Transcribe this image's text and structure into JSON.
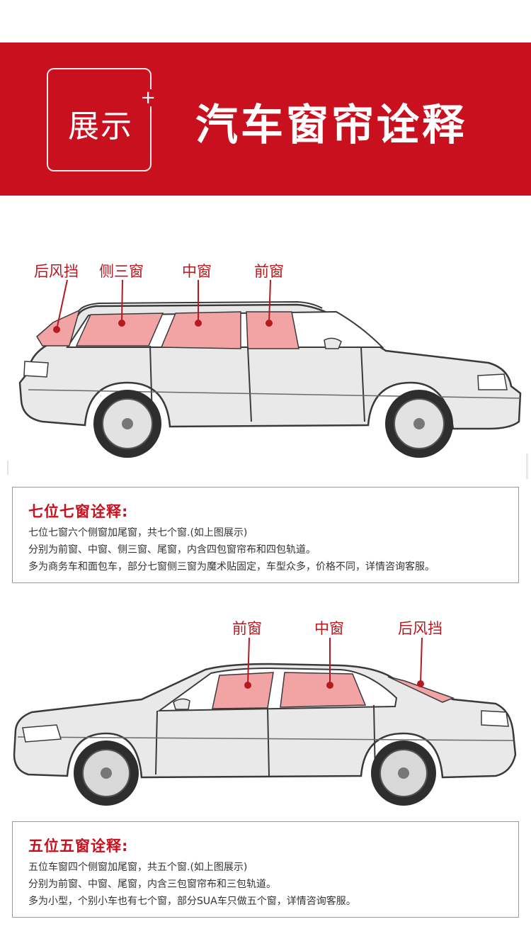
{
  "header": {
    "badge_label": "展示",
    "badge_plus": "+",
    "title": "汽车窗帘诠释"
  },
  "car_seven": {
    "labels": [
      "后风挡",
      "侧三窗",
      "中窗",
      "前窗"
    ]
  },
  "info_seven": {
    "title": "七位七窗诠释:",
    "lines": [
      "七位七窗六个侧窗加尾窗，共七个窗.(如上图展示)",
      "分别为前窗、中窗、侧三窗、尾窗，内含四包窗帘布和四包轨道。",
      "多为商务车和面包车，部分七窗侧三窗为魔术贴固定，车型众多，价格不同，详情咨询客服。"
    ]
  },
  "car_five": {
    "labels": [
      "前窗",
      "中窗",
      "后风挡"
    ]
  },
  "info_five": {
    "title": "五位五窗诠释:",
    "lines": [
      "五位车窗四个侧窗加尾窗，共五个窗.(如上图展示)",
      "分别为前窗、中窗、尾窗，内含三包窗帘布和三包轨道。",
      "多为小型，个别小车也有七个窗，部分SUA车只做五个窗，详情咨询客服。"
    ]
  },
  "colors": {
    "banner": "#c8101e",
    "label": "#b51a20",
    "curtain": "#f2a3a3"
  }
}
